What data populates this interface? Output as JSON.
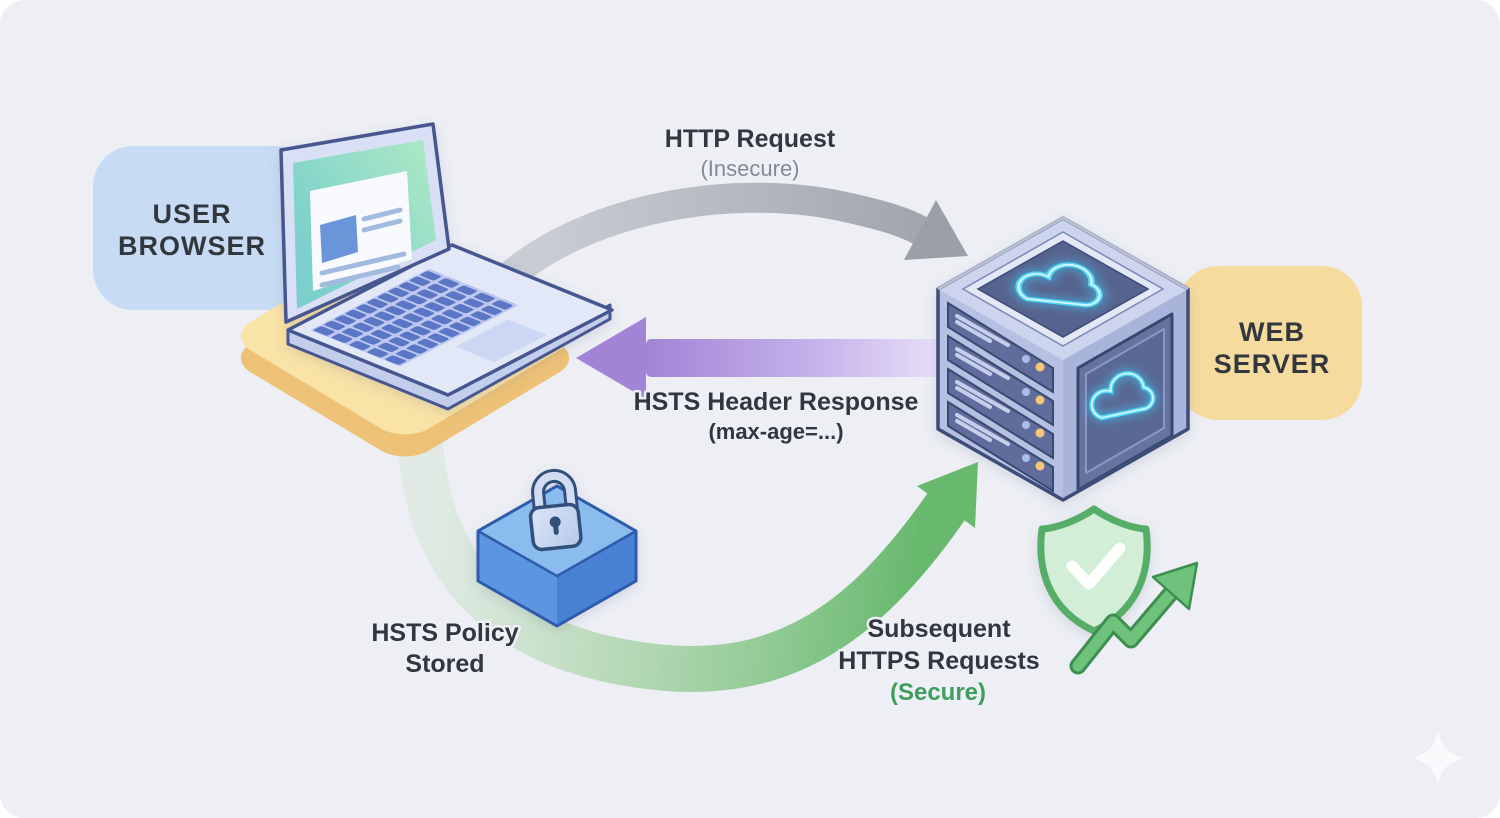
{
  "diagram": {
    "nodes": {
      "user_browser": {
        "line1": "USER",
        "line2": "BROWSER"
      },
      "web_server": {
        "line1": "WEB",
        "line2": "SERVER"
      },
      "hsts_policy": {
        "line1": "HSTS Policy",
        "line2": "Stored"
      }
    },
    "flows": {
      "http_request": {
        "label": "HTTP Request",
        "sublabel": "(Insecure)"
      },
      "hsts_response": {
        "label": "HSTS Header Response",
        "sublabel": "(max-age=...)"
      },
      "https_requests": {
        "line1": "Subsequent",
        "line2": "HTTPS Requests",
        "sublabel": "(Secure)"
      }
    },
    "icons": {
      "laptop": "laptop-icon",
      "server": "server-icon",
      "padlock": "padlock-icon",
      "shield_check": "shield-check-icon",
      "trend_up": "trend-up-arrow-icon",
      "cloud": "cloud-icon",
      "sparkle": "sparkle-icon"
    },
    "colors": {
      "background": "#edeff5",
      "user_browser_box": "#c7dcf4",
      "web_server_box": "#f6db9e",
      "laptop_base": "#f7d78e",
      "http_arrow": "#9ba0a8",
      "hsts_arrow": "#a284d7",
      "https_arrow": "#68b96e",
      "policy_cube": "#5b95e0",
      "dark_text": "#32373e",
      "muted_text": "#85898f",
      "secure_text": "#3f9e5c"
    }
  }
}
